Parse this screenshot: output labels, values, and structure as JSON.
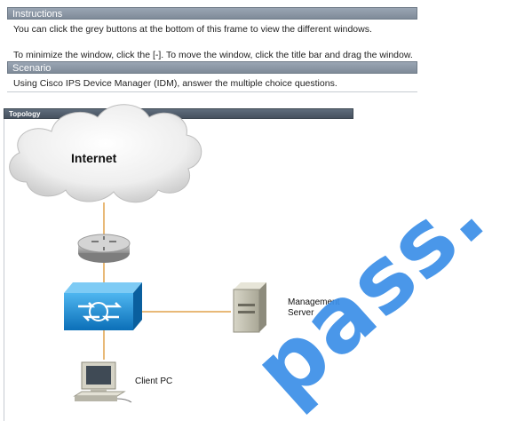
{
  "instructions": {
    "title": "Instructions",
    "line1": "You can click the grey buttons at the bottom of this frame to view the different windows.",
    "line2": "To minimize the window, click the [-]. To move the window, click the title bar and drag the window."
  },
  "scenario": {
    "title": "Scenario",
    "text": "Using Cisco IPS Device Manager (IDM), answer the multiple choice questions."
  },
  "topology": {
    "title": "Topology",
    "internet": "Internet",
    "management_server": "Management Server",
    "client_pc": "Client PC"
  },
  "watermark": "pass.co",
  "colors": {
    "title_bar": "#8a96a4",
    "link_line": "#e8b978",
    "ips_blue": "#1f8fd6",
    "watermark": "#3b8fe8"
  }
}
